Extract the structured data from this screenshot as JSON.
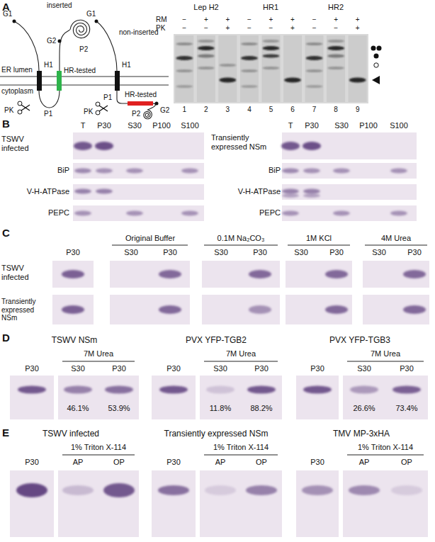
{
  "diagram": {
    "labels": [
      "A",
      "inserted",
      "G1",
      "G2",
      "P2",
      "G1",
      "non-inserted",
      "ER lumen",
      "H1",
      "HR-tested",
      "H1",
      "cytoplasm",
      "P1",
      "PK",
      "P1",
      "PK",
      "HR-tested",
      "G2",
      "P2",
      "Lep H2",
      "HR1",
      "HR2",
      "RM",
      "−",
      "+",
      "+",
      "−",
      "+",
      "+",
      "−",
      "+",
      "+",
      "PK",
      "−",
      "−",
      "+",
      "−",
      "−",
      "+",
      "−",
      "−",
      "+",
      "1",
      "2",
      "3",
      "4",
      "5",
      "6",
      "7",
      "8",
      "9",
      "B",
      "T",
      "P30",
      "S30",
      "P100",
      "S100",
      "TSWV infected",
      "BiP",
      "V-H-ATPase",
      "PEPC",
      "T",
      "P30",
      "S30",
      "P100",
      "S100",
      "Transiently expressed NSm",
      "BiP",
      "V-H-ATPase",
      "PEPC",
      "C",
      "Original Buffer",
      "0.1M Na₂CO₃",
      "1M KCl",
      "4M Urea",
      "P30",
      "S30",
      "P30",
      "S30",
      "P30",
      "S30",
      "P30",
      "S30",
      "P30",
      "TSWV infected",
      "Transiently expressed NSm",
      "D",
      "TSWV NSm",
      "PVX YFP-TGB2",
      "PVX YFP-TGB3",
      "7M Urea",
      "P30",
      "S30",
      "P30",
      "46.1%",
      "53.9%",
      "7M Urea",
      "P30",
      "S30",
      "P30",
      "11.8%",
      "88.2%",
      "7M Urea",
      "P30",
      "S30",
      "P30",
      "26.6%",
      "73.4%",
      "E",
      "TSWV infected",
      "Transiently expressed NSm",
      "TMV MP-3xHA",
      "1% Triton X-114",
      "P30",
      "AP",
      "OP",
      "1% Triton X-114",
      "P30",
      "AP",
      "OP",
      "1% Triton X-114",
      "P30",
      "AP",
      "OP"
    ]
  }
}
